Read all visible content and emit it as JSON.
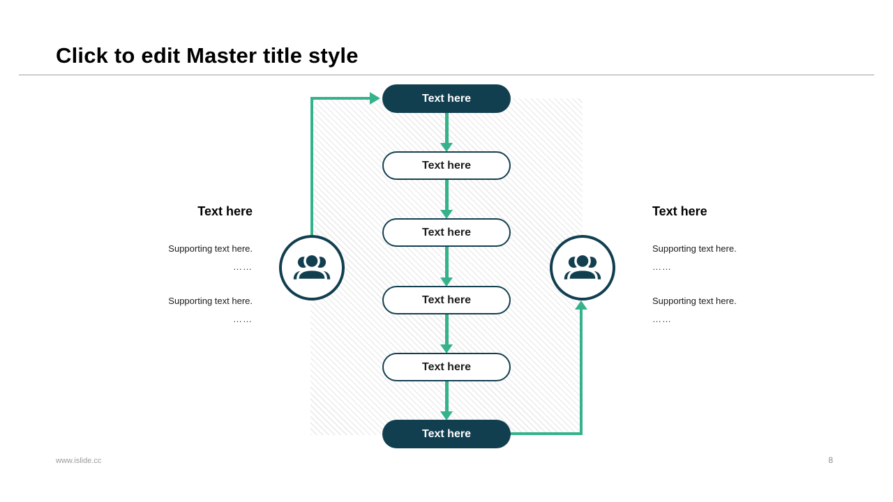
{
  "slide": {
    "title": "Click to edit Master title style",
    "footer_url": "www.islide.cc",
    "page_number": "8"
  },
  "flow": {
    "nodes": [
      {
        "label": "Text here",
        "style": "filled"
      },
      {
        "label": "Text here",
        "style": "outline"
      },
      {
        "label": "Text here",
        "style": "outline"
      },
      {
        "label": "Text here",
        "style": "outline"
      },
      {
        "label": "Text here",
        "style": "outline"
      },
      {
        "label": "Text here",
        "style": "filled"
      }
    ]
  },
  "left_panel": {
    "heading": "Text here",
    "line1": "Supporting text here.",
    "ellipsis1": "……",
    "line2": "Supporting text here.",
    "ellipsis2": "……"
  },
  "right_panel": {
    "heading": "Text here",
    "line1": "Supporting text here.",
    "ellipsis1": "……",
    "line2": "Supporting text here.",
    "ellipsis2": "……"
  },
  "icons": {
    "left_circle": "group-icon",
    "right_circle": "group-icon"
  },
  "colors": {
    "teal": "#123F50",
    "green": "#35B28C",
    "hatch": "#ececec"
  }
}
